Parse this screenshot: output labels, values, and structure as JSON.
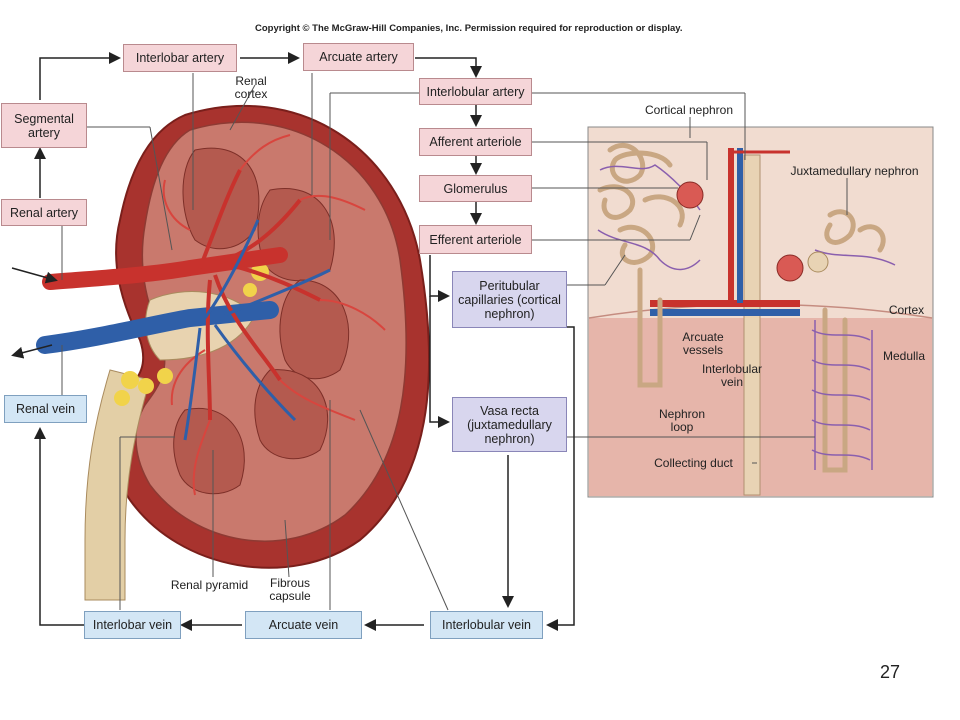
{
  "copyright": "Copyright © The McGraw-Hill Companies, Inc. Permission required for reproduction or display.",
  "page_number": "27",
  "boxes": {
    "interlobar_artery": "Interlobar artery",
    "arcuate_artery": "Arcuate artery",
    "interlobular_artery": "Interlobular artery",
    "segmental_artery": "Segmental artery",
    "afferent_arteriole": "Afferent arteriole",
    "glomerulus": "Glomerulus",
    "renal_artery": "Renal artery",
    "efferent_arteriole": "Efferent arteriole",
    "peritubular": "Peritubular capillaries (cortical nephron)",
    "vasa_recta": "Vasa recta (juxtamedullary nephron)",
    "renal_vein": "Renal vein",
    "interlobar_vein": "Interlobar vein",
    "arcuate_vein": "Arcuate vein",
    "interlobular_vein": "Interlobular vein"
  },
  "labels": {
    "renal_cortex": "Renal cortex",
    "renal_pyramid": "Renal pyramid",
    "fibrous_capsule": "Fibrous capsule",
    "cortical_nephron": "Cortical nephron",
    "juxtamedullary_nephron": "Juxtamedullary nephron",
    "cortex": "Cortex",
    "medulla": "Medulla",
    "arcuate_vessels": "Arcuate vessels",
    "interlobular_vein": "Interlobular vein",
    "nephron_loop": "Nephron loop",
    "collecting_duct": "Collecting duct"
  },
  "colors": {
    "artery_box": "#f5d5d8",
    "capillary_box": "#d8d6ee",
    "vein_box": "#d3e6f5",
    "artery": "#c8322d",
    "vein": "#2f5fa8",
    "kidney": "#b8433d"
  }
}
